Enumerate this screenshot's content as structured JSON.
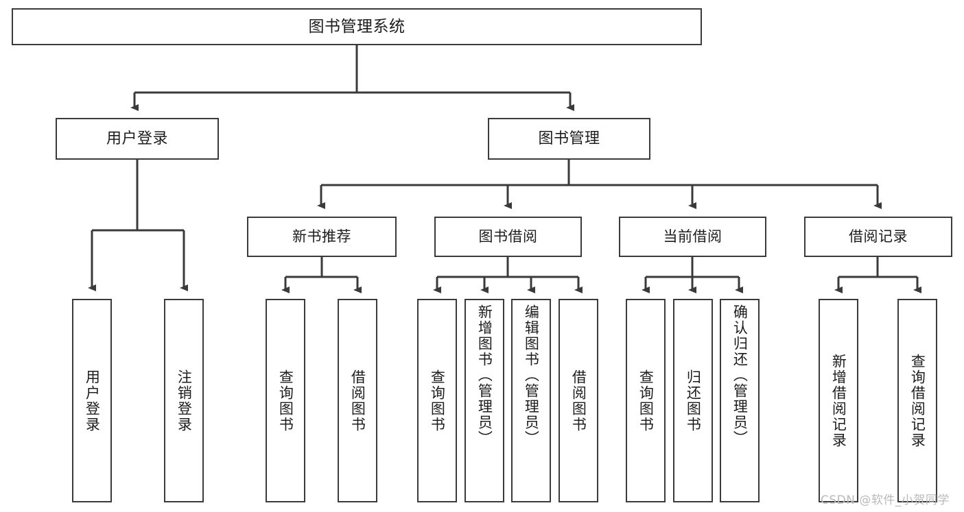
{
  "diagram": {
    "title": "图书管理系统",
    "type": "tree",
    "root": {
      "id": "root",
      "label": "图书管理系统"
    },
    "level1": [
      {
        "id": "user-login",
        "label": "用户登录"
      },
      {
        "id": "book-manage",
        "label": "图书管理"
      }
    ],
    "level2": [
      {
        "id": "new-book-rec",
        "label": "新书推荐",
        "parent": "book-manage"
      },
      {
        "id": "book-borrow",
        "label": "图书借阅",
        "parent": "book-manage"
      },
      {
        "id": "current-borrow",
        "label": "当前借阅",
        "parent": "book-manage"
      },
      {
        "id": "borrow-record",
        "label": "借阅记录",
        "parent": "book-manage"
      }
    ],
    "leaves": {
      "user-login": [
        {
          "id": "leaf-user-login",
          "label": "用户登录"
        },
        {
          "id": "leaf-logout",
          "label": "注销登录"
        }
      ],
      "new-book-rec": [
        {
          "id": "leaf-query-book-1",
          "label": "查询图书"
        },
        {
          "id": "leaf-borrow-book-1",
          "label": "借阅图书"
        }
      ],
      "book-borrow": [
        {
          "id": "leaf-query-book-2",
          "label": "查询图书"
        },
        {
          "id": "leaf-add-book",
          "label": "新增图书（管理员）"
        },
        {
          "id": "leaf-edit-book",
          "label": "编辑图书（管理员）"
        },
        {
          "id": "leaf-borrow-book-2",
          "label": "借阅图书"
        }
      ],
      "current-borrow": [
        {
          "id": "leaf-query-book-3",
          "label": "查询图书"
        },
        {
          "id": "leaf-return-book",
          "label": "归还图书"
        },
        {
          "id": "leaf-confirm-return",
          "label": "确认归还（管理员）"
        }
      ],
      "borrow-record": [
        {
          "id": "leaf-add-record",
          "label": "新增借阅记录"
        },
        {
          "id": "leaf-query-record",
          "label": "查询借阅记录"
        }
      ]
    },
    "colors": {
      "border": "#3a3a3a",
      "background": "#ffffff",
      "text": "#1c1c1c",
      "watermark": "#b9b9b9"
    }
  },
  "watermark": {
    "text": "CSDN @软件_小贺同学"
  }
}
